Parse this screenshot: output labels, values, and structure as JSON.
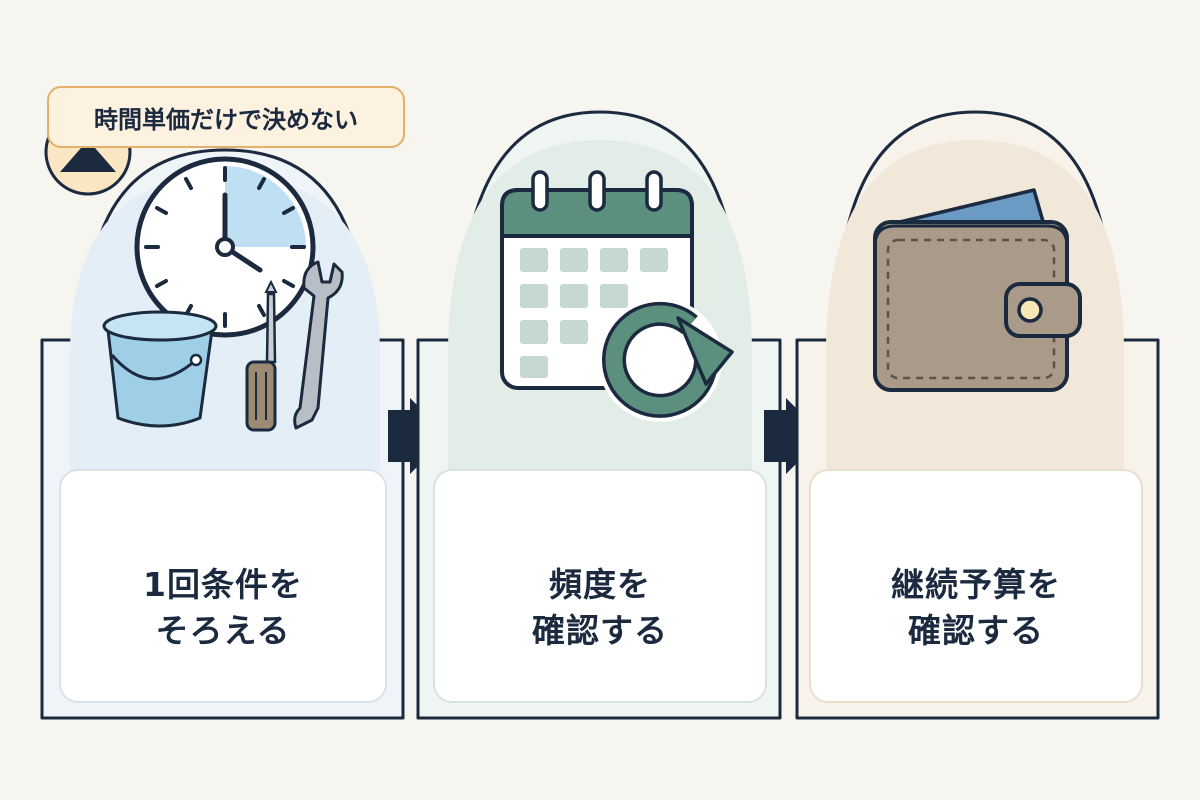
{
  "badge": {
    "text": "時間単価だけで決めない"
  },
  "steps": [
    {
      "line1": "1回条件を",
      "line2": "そろえる",
      "icon": "clock-bucket-tools-icon",
      "color": "#dcebf5"
    },
    {
      "line1": "頻度を",
      "line2": "確認する",
      "icon": "calendar-refresh-icon",
      "color": "#dbe8e2"
    },
    {
      "line1": "継続予算を",
      "line2": "確認する",
      "icon": "wallet-icon",
      "color": "#f1e9db"
    }
  ],
  "colors": {
    "navy": "#1b2a3f",
    "arrow": "#1b2a3f",
    "badge_border": "#e2b06a"
  }
}
